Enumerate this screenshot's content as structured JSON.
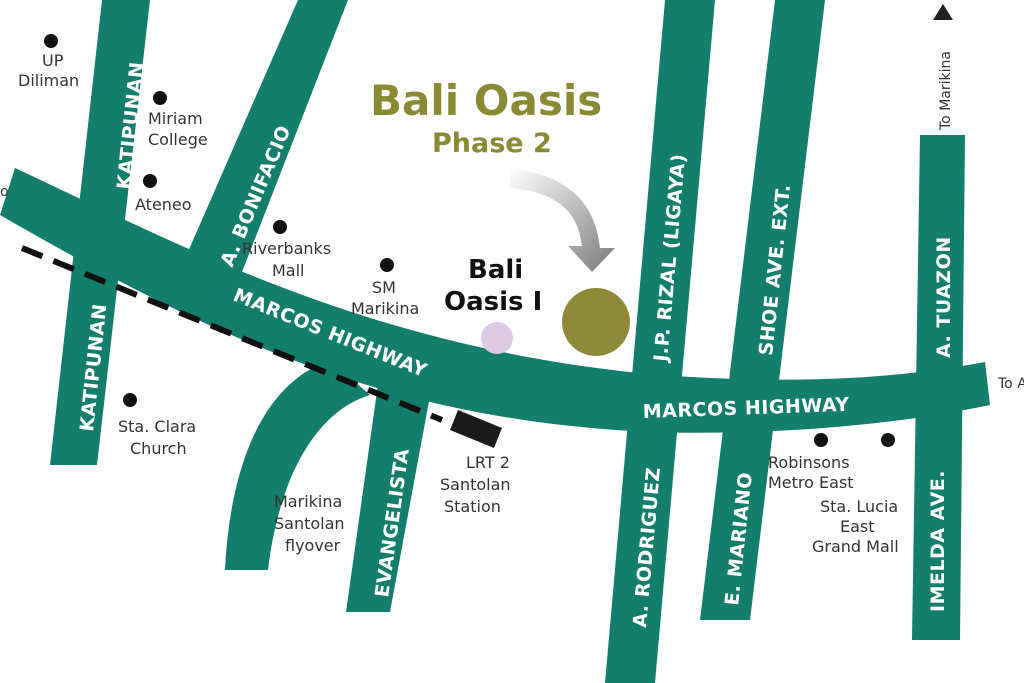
{
  "title": {
    "main": "Bali Oasis",
    "sub": "Phase 2"
  },
  "project_marker": {
    "line1": "Bali",
    "line2": "Oasis I"
  },
  "roads": {
    "katipunan_upper": "KATIPUNAN",
    "katipunan_lower": "KATIPUNAN",
    "bonifacio": "A. BONIFACIO",
    "marcos_west": "MARCOS HIGHWAY",
    "marcos_east": "MARCOS HIGHWAY",
    "evangelista": "EVANGELISTA",
    "rodriguez": "A. RODRIGUEZ",
    "jp_rizal": "J.P. RIZAL (LIGAYA)",
    "shoe_ave": "SHOE AVE. EXT.",
    "mariano": "E. MARIANO",
    "tuazon": "A. TUAZON",
    "imelda": "IMELDA AVE."
  },
  "landmarks": {
    "up_diliman": [
      "UP",
      "Diliman"
    ],
    "miriam": [
      "Miriam",
      "College"
    ],
    "ateneo": [
      "Ateneo"
    ],
    "riverbanks": [
      "Riverbanks",
      "Mall"
    ],
    "sm_marikina": [
      "SM",
      "Marikina"
    ],
    "sta_clara": [
      "Sta. Clara",
      "Church"
    ],
    "lrt2": [
      "LRT 2",
      "Santolan",
      "Station"
    ],
    "flyover": [
      "Marikina",
      "Santolan",
      "flyover"
    ],
    "robinsons": [
      "Robinsons",
      "Metro East"
    ],
    "sta_lucia": [
      "Sta. Lucia",
      "East",
      "Grand Mall"
    ]
  },
  "edge_labels": {
    "to_marikina": "To Marikina",
    "to_east": "To A",
    "to_west": "o"
  },
  "colors": {
    "road": "#137e6c",
    "title": "#8b8a34",
    "phase2_marker": "#8e8a37",
    "phase1_marker": "#dcc9e3",
    "rail": "#111111",
    "station": "#1a1a1a",
    "dot": "#111111"
  }
}
